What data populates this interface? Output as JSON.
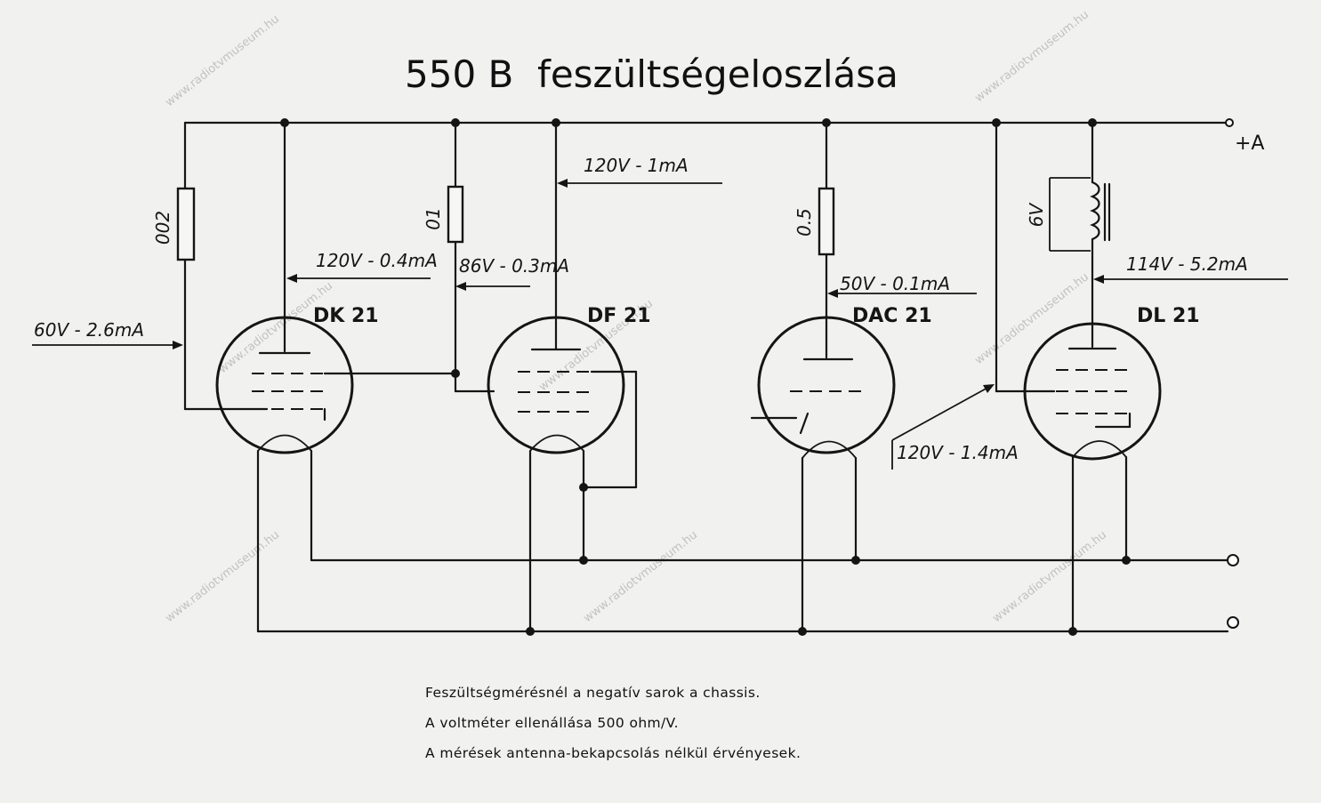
{
  "title": "550 B  feszültségeloszlása",
  "watermark": "www.radiotvmuseum.hu",
  "terminal_plus": "+A",
  "tubes": [
    {
      "name": "DK 21"
    },
    {
      "name": "DF 21"
    },
    {
      "name": "DAC 21"
    },
    {
      "name": "DL 21"
    }
  ],
  "resistors": [
    {
      "value": "002"
    },
    {
      "value": "01"
    },
    {
      "value": "0.5"
    }
  ],
  "measurements": {
    "dk21_grid": "60V - 2.6mA",
    "dk21_screen": "120V - 0.4mA",
    "df21_screen": "86V - 0.3mA",
    "df21_anode": "120V - 1mA",
    "dac21_anode": "50V - 0.1mA",
    "dl21_anode": "114V - 5.2mA",
    "dl21_screen": "120V - 1.4mA",
    "transformer_drop": "6V"
  },
  "notes": [
    "Feszültségmérésnél a negatív sarok a chassis.",
    "A voltméter ellenállása 500 ohm/V.",
    "A mérések antenna-bekapcsolás nélkül érvényesek."
  ]
}
